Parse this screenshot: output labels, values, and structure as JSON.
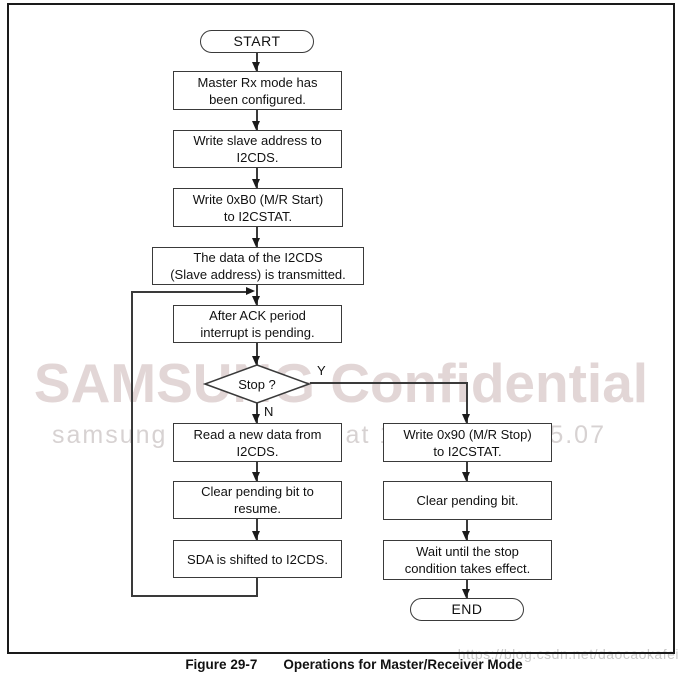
{
  "figure": {
    "caption_label": "Figure 29-7",
    "caption_title": "Operations for Master/Receiver Mode"
  },
  "flowchart": {
    "start_label": "START",
    "rx_configured": "Master Rx mode has\nbeen configured.",
    "write_slave_address": "Write slave address to\nI2CDS.",
    "write_0xb0": "Write 0xB0 (M/R Start)\nto I2CSTAT.",
    "data_transmitted": "The data of the I2CDS\n(Slave address) is transmitted.",
    "ack_interrupt_pending": "After ACK period\ninterrupt is pending.",
    "stop_question": "Stop ?",
    "yes_label": "Y",
    "no_label": "N",
    "read_new_data": "Read a new data from\nI2CDS.",
    "clear_pending_resume": "Clear pending bit to\nresume.",
    "sda_shifted": "SDA is shifted to I2CDS.",
    "write_0x90": "Write 0x90 (M/R Stop)\nto I2CSTAT.",
    "clear_pending": "Clear pending bit.",
    "wait_stop_condition": "Wait until the stop\ncondition takes effect.",
    "end_label": "END"
  },
  "watermarks": {
    "samsung_large": "SAMSUNG Confidential",
    "samsung_small": "samsung / david.pang at 14:23 2019.05.07",
    "csdn_url": "https://blog.csdn.net/daocaokafei"
  },
  "colors": {
    "line": "#3a3a3a",
    "arrowhead": "#1a1a1a",
    "frame_border": "#1a1a1a",
    "watermark_large": "#e2d6d6",
    "watermark_small": "#d7d2d2",
    "watermark_csdn": "#c9c9c9",
    "node_fill": "#ffffff",
    "text": "#111111"
  }
}
